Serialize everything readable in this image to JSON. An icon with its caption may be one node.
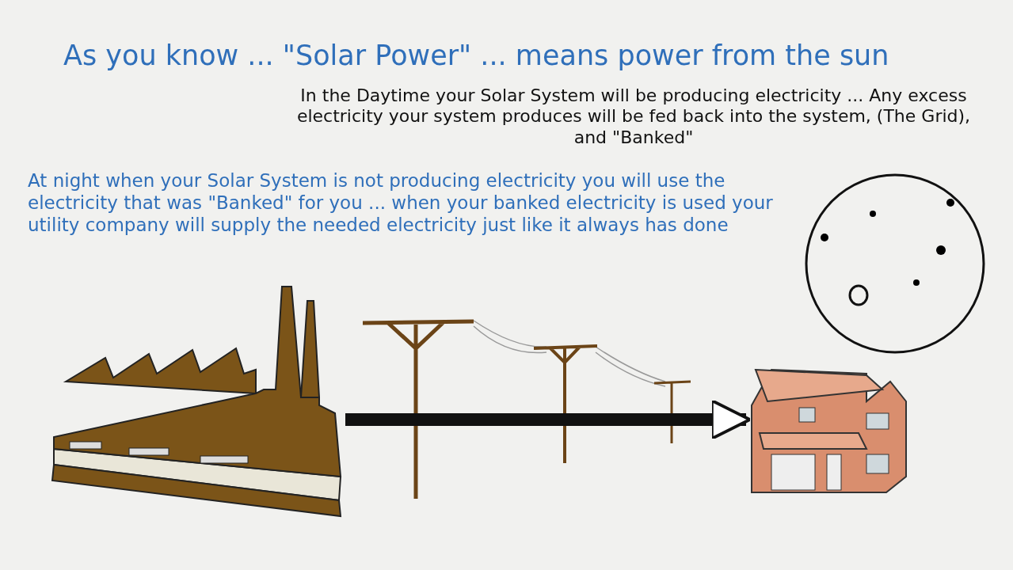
{
  "diagram": {
    "title": "As you know ... \"Solar Power\" ... means power from the sun",
    "nodes": [
      {
        "text": [],
        "shape": "picture"
      },
      {
        "text": [],
        "shape": "picture"
      }
    ],
    "edges": [
      {
        "from": 0,
        "to": 1,
        "arrow": "to"
      }
    ],
    "labels": [
      "In the Daytime your Solar System will be producing electricity ... Any excess electricity your system produces will be fed back into the system, (The Grid), and \"Banked\"",
      "At night when your Solar System is not producing electricity you will use the electricity that was \"Banked\" for you ... when your banked electricity is used your utility company will supply the needed electricity just like it always has done"
    ]
  }
}
